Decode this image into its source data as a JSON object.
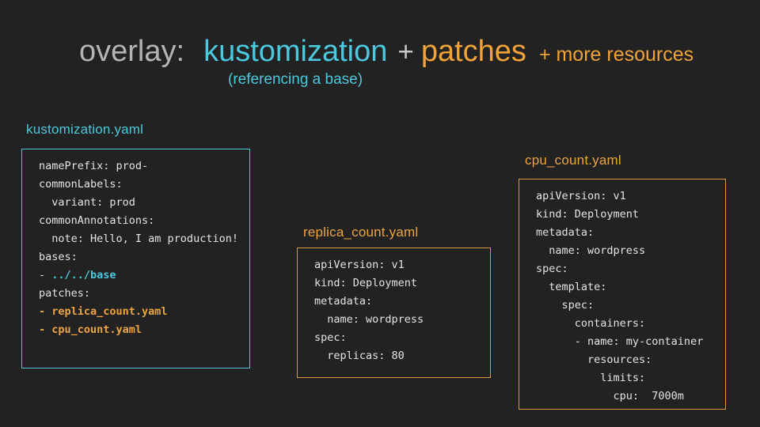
{
  "title": {
    "overlay": "overlay:",
    "kustomization": "kustomization",
    "plus": "+",
    "patches": "patches",
    "more": "+ more resources",
    "subtitle": "(referencing a base)"
  },
  "colors": {
    "bg": "#222222",
    "gray": "#b4b4b4",
    "plus_gray": "#c8c8c8",
    "cyan": "#4cc8de",
    "cyan_border": "#52c5d8",
    "orange": "#f0a339",
    "orange_border": "#dd9a40",
    "code_orange": "#eda43f",
    "code_text": "#e4e4e2"
  },
  "panels": [
    {
      "label": "kustomization.yaml",
      "accent": "cyan",
      "lines": [
        [
          {
            "t": "namePrefix: prod-",
            "s": "plain"
          }
        ],
        [
          {
            "t": "commonLabels:",
            "s": "plain"
          }
        ],
        [
          {
            "t": "  variant: prod",
            "s": "plain"
          }
        ],
        [
          {
            "t": "commonAnnotations:",
            "s": "plain"
          }
        ],
        [
          {
            "t": "  note: Hello, I am production!",
            "s": "plain"
          }
        ],
        [
          {
            "t": "bases:",
            "s": "plain"
          }
        ],
        [
          {
            "t": "- ",
            "s": "plain"
          },
          {
            "t": "../../base",
            "s": "cyan"
          }
        ],
        [
          {
            "t": "patches:",
            "s": "plain"
          }
        ],
        [
          {
            "t": "- replica_count.yaml",
            "s": "orange"
          }
        ],
        [
          {
            "t": "- cpu_count.yaml",
            "s": "orange"
          }
        ]
      ]
    },
    {
      "label": "replica_count.yaml",
      "accent": "orange",
      "lines": [
        [
          {
            "t": "apiVersion: v1",
            "s": "plain"
          }
        ],
        [
          {
            "t": "kind: Deployment",
            "s": "plain"
          }
        ],
        [
          {
            "t": "metadata:",
            "s": "plain"
          }
        ],
        [
          {
            "t": "  name: wordpress",
            "s": "plain"
          }
        ],
        [
          {
            "t": "spec:",
            "s": "plain"
          }
        ],
        [
          {
            "t": "  replicas: 80",
            "s": "plain"
          }
        ]
      ]
    },
    {
      "label": "cpu_count.yaml",
      "accent": "orange",
      "lines": [
        [
          {
            "t": "apiVersion: v1",
            "s": "plain"
          }
        ],
        [
          {
            "t": "kind: Deployment",
            "s": "plain"
          }
        ],
        [
          {
            "t": "metadata:",
            "s": "plain"
          }
        ],
        [
          {
            "t": "  name: wordpress",
            "s": "plain"
          }
        ],
        [
          {
            "t": "spec:",
            "s": "plain"
          }
        ],
        [
          {
            "t": "  template:",
            "s": "plain"
          }
        ],
        [
          {
            "t": "    spec:",
            "s": "plain"
          }
        ],
        [
          {
            "t": "      containers:",
            "s": "plain"
          }
        ],
        [
          {
            "t": "      - name: my-container",
            "s": "plain"
          }
        ],
        [
          {
            "t": "        resources:",
            "s": "plain"
          }
        ],
        [
          {
            "t": "          limits:",
            "s": "plain"
          }
        ],
        [
          {
            "t": "            cpu:  7000m",
            "s": "plain"
          }
        ]
      ]
    }
  ]
}
